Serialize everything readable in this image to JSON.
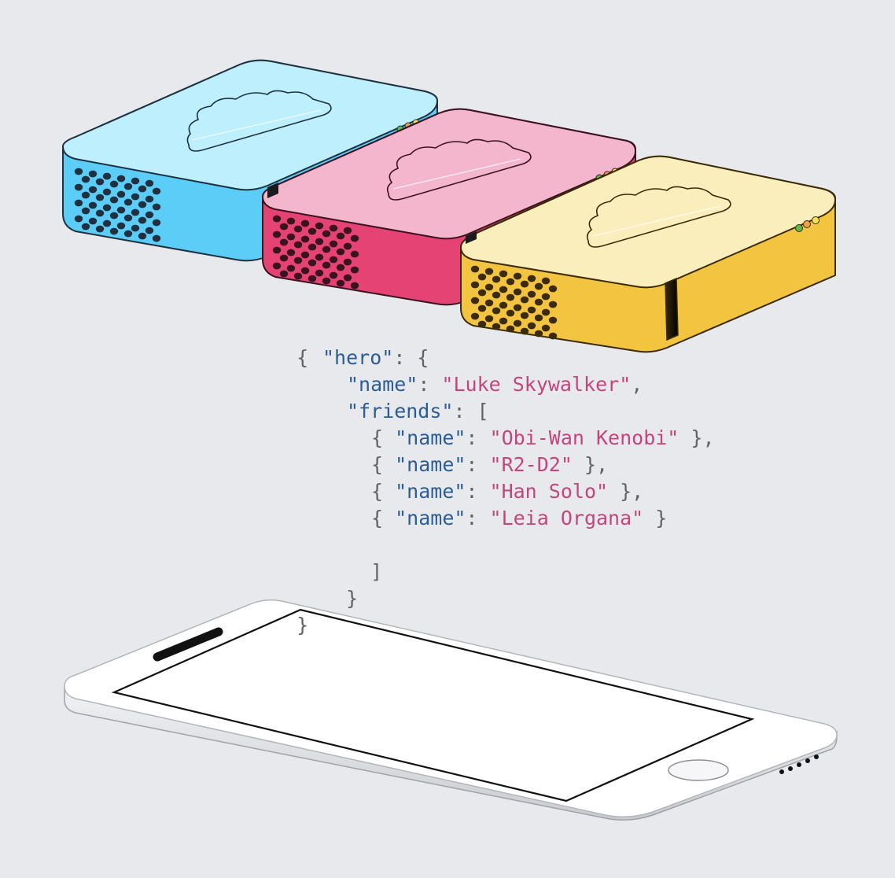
{
  "colors": {
    "background": "#e8e9ec",
    "key": "#2b5d94",
    "string": "#c2467e",
    "punctuation": "#5f6368",
    "server_blue_top": "#bdeffc",
    "server_blue_side": "#5ccdf7",
    "server_pink_top": "#f4b6cc",
    "server_pink_side": "#e44373",
    "server_yellow_top": "#fbeebd",
    "server_yellow_side": "#f2c43f",
    "phone_body": "#ffffff"
  },
  "servers": [
    {
      "name": "blue-server",
      "icon": "cloud-icon"
    },
    {
      "name": "pink-server",
      "icon": "cloud-icon"
    },
    {
      "name": "yellow-server",
      "icon": "cloud-icon"
    }
  ],
  "device": {
    "name": "smartphone",
    "icon": "phone-icon"
  },
  "code": {
    "open_root": "{",
    "hero_key": "\"hero\"",
    "hero_sep": ": {",
    "name_key": "\"name\"",
    "colon": ": ",
    "hero_name": "\"Luke Skywalker\"",
    "comma": ",",
    "friends_key": "\"friends\"",
    "friends_sep": ": [",
    "friend_open": "{ ",
    "friend_close_comma": " },",
    "friend_close": " }",
    "friends": [
      {
        "name": "\"Obi-Wan Kenobi\""
      },
      {
        "name": "\"R2-D2\""
      },
      {
        "name": "\"Han Solo\""
      },
      {
        "name": "\"Leia Organa\""
      }
    ],
    "close_array": "]",
    "close_hero": "}",
    "close_root": "}"
  }
}
